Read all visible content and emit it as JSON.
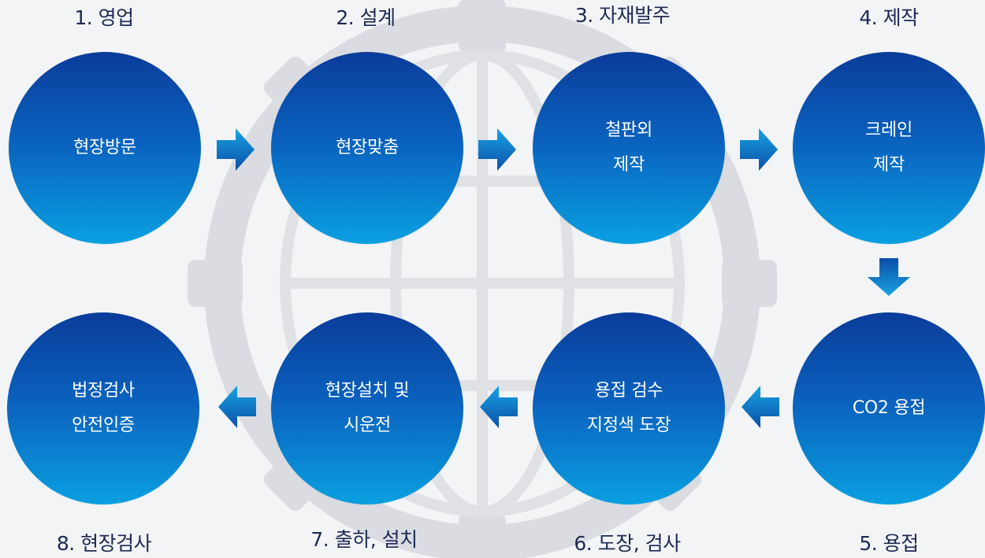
{
  "steps": [
    {
      "number": "1.",
      "title": "영업",
      "lines": [
        "현장방문"
      ]
    },
    {
      "number": "2.",
      "title": "설계",
      "lines": [
        "현장맞춤"
      ]
    },
    {
      "number": "3.",
      "title": "자재발주",
      "lines": [
        "철판외",
        "제작"
      ]
    },
    {
      "number": "4.",
      "title": "제작",
      "lines": [
        "크레인",
        "제작"
      ]
    },
    {
      "number": "5.",
      "title": "용접",
      "lines": [
        "CO2 용접"
      ]
    },
    {
      "number": "6.",
      "title": "도장, 검사",
      "lines": [
        "용접 검수",
        "지정색 도장"
      ]
    },
    {
      "number": "7.",
      "title": "출하, 설치",
      "lines": [
        "현장설치 및",
        "시운전"
      ]
    },
    {
      "number": "8.",
      "title": "현장검사",
      "lines": [
        "법정검사",
        "안전인증"
      ]
    }
  ],
  "step_titles": [
    "1. 영업",
    "2. 설계",
    "3. 자재발주",
    "4. 제작",
    "5. 용접",
    "6. 도장, 검사",
    "7. 출하, 설치",
    "8. 현장검사"
  ],
  "colors": {
    "circle_top": "#0b3c9a",
    "circle_bottom": "#0aa0e0",
    "arrow_dark": "#0b4fa8",
    "arrow_light": "#18a3e3",
    "title_text": "#1d2a55",
    "background": "#f3f4f6",
    "watermark": "#d9dbe0"
  },
  "arrows": [
    {
      "from": "1",
      "to": "2",
      "direction": "right"
    },
    {
      "from": "2",
      "to": "3",
      "direction": "right"
    },
    {
      "from": "3",
      "to": "4",
      "direction": "right"
    },
    {
      "from": "4",
      "to": "5",
      "direction": "down"
    },
    {
      "from": "5",
      "to": "6",
      "direction": "left"
    },
    {
      "from": "6",
      "to": "7",
      "direction": "left"
    },
    {
      "from": "7",
      "to": "8",
      "direction": "left"
    }
  ]
}
